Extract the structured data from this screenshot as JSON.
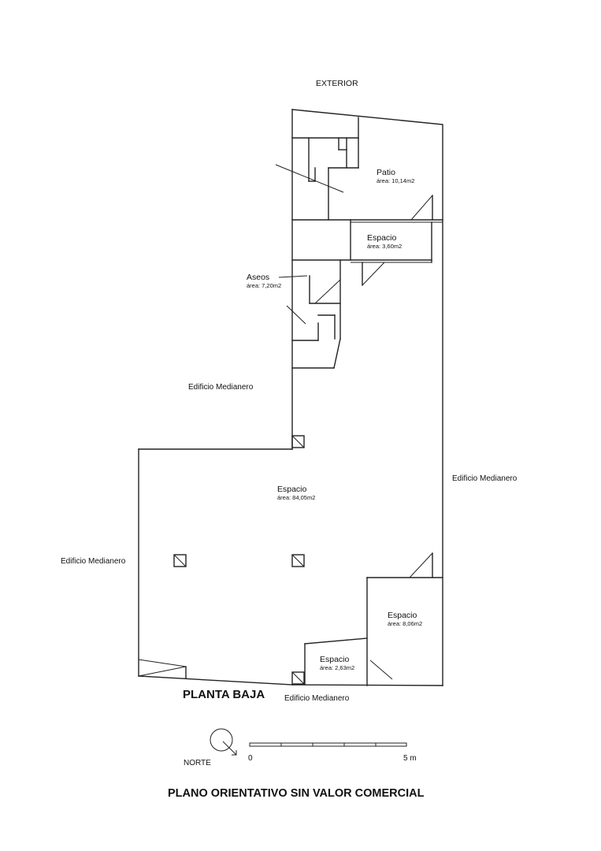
{
  "labels": {
    "exterior": "EXTERIOR",
    "neighbor_left_upper": "Edificio Medianero",
    "neighbor_right": "Edificio Medianero",
    "neighbor_left_lower": "Edificio Medianero",
    "neighbor_bottom": "Edificio Medianero"
  },
  "rooms": {
    "patio": {
      "name": "Patio",
      "area": "área: 10,14m2"
    },
    "espacio_small_top": {
      "name": "Espacio",
      "area": "área: 3,60m2"
    },
    "aseos": {
      "name": "Aseos",
      "area": "área: 7,20m2"
    },
    "espacio_main": {
      "name": "Espacio",
      "area": "área: 84,05m2"
    },
    "espacio_right": {
      "name": "Espacio",
      "area": "área: 8,06m2"
    },
    "espacio_bottom": {
      "name": "Espacio",
      "area": "área: 2,63m2"
    }
  },
  "floor_title": "PLANTA BAJA",
  "north_label": "NORTE",
  "scale": {
    "start": "0",
    "end": "5 m"
  },
  "disclaimer": "PLANO ORIENTATIVO SIN VALOR COMERCIAL"
}
